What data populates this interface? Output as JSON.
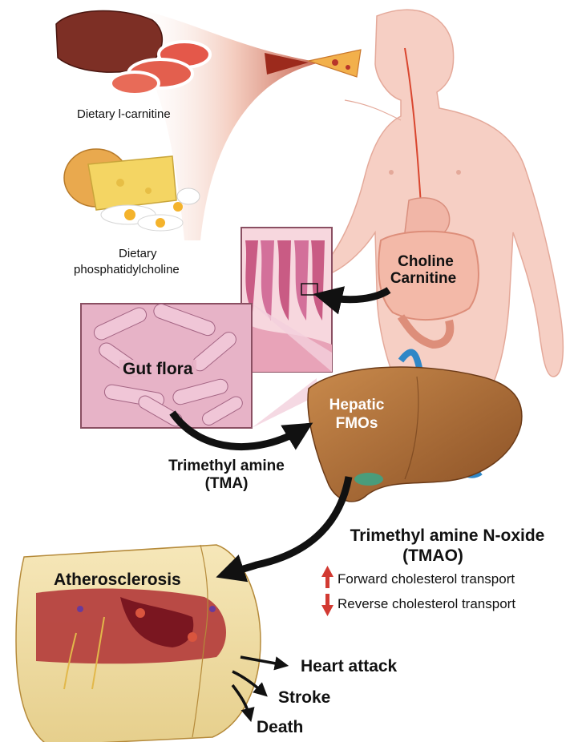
{
  "labels": {
    "dietary_carnitine": "Dietary l-carnitine",
    "dietary_phosphatidylcholine_line1": "Dietary",
    "dietary_phosphatidylcholine_line2": "phosphatidylcholine",
    "choline": "Choline",
    "carnitine": "Carnitine",
    "gut_flora": "Gut flora",
    "hepatic": "Hepatic",
    "fmos": "FMOs",
    "tma_line1": "Trimethyl amine",
    "tma_line2": "(TMA)",
    "tmao_line1": "Trimethyl amine N-oxide",
    "tmao_line2": "(TMAO)",
    "forward_transport": "Forward cholesterol transport",
    "reverse_transport": "Reverse cholesterol transport",
    "atherosclerosis": "Atherosclerosis",
    "heart_attack": "Heart attack",
    "stroke": "Stroke",
    "death": "Death"
  },
  "colors": {
    "arrow_black": "#111111",
    "up_arrow": "#d23a32",
    "down_arrow": "#d23a32",
    "skin": "#f6cfc4",
    "liver": "#a8682f",
    "gut_flora_bg": "#e7b3c7",
    "artery_wall": "#f1dfa8",
    "artery_lumen": "#b23a3a"
  },
  "icons": {
    "meat": "meat-icon",
    "cheese": "cheese-icon",
    "eggs": "eggs-icon",
    "human": "human-body-icon",
    "intestine_villi": "intestinal-villi-icon",
    "bacteria": "bacteria-icon",
    "liver": "liver-icon",
    "artery": "artery-icon",
    "up": "up-arrow-icon",
    "down": "down-arrow-icon"
  }
}
